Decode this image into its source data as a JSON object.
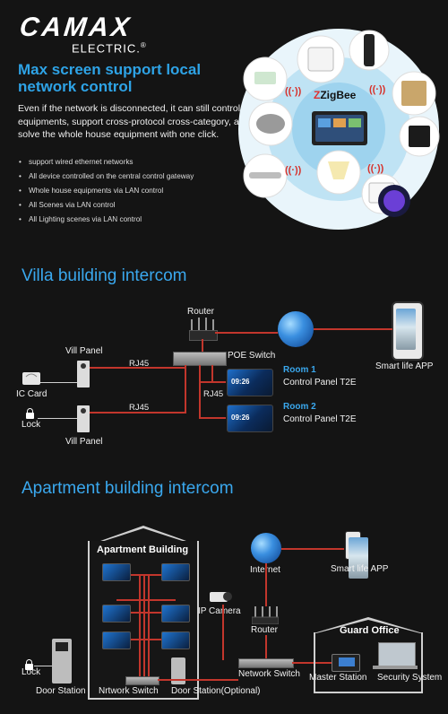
{
  "brand": {
    "name": "CAMAX",
    "sub": "ELECTRIC.",
    "reg": "®"
  },
  "hero": {
    "headline": "Max screen support local network control",
    "intro": "Even if the network is disconnected, it can still control the equipments, support cross-protocol cross-category, and solve the whole house equipment with one click.",
    "bullets": [
      "support wired ethernet networks",
      "All device controlled on the central control gateway",
      "Whole house equipments via LAN control",
      "All Scenes via LAN control",
      "All Lighting scenes via LAN control"
    ],
    "zigbee": "ZigBee",
    "signal_glyph": "((·))"
  },
  "villa": {
    "title": "Villa building intercom",
    "router": "Router",
    "poe_switch": "POE Switch",
    "vill_panel_top": "Vill Panel",
    "vill_panel_bottom": "Vill Panel",
    "rj45_top": "RJ45",
    "rj45_mid": "RJ45",
    "rj45_bottom": "RJ45",
    "ic_card": "IC Card",
    "lock": "Lock",
    "room1_name": "Room 1",
    "room1_device": "Control Panel T2E",
    "room2_name": "Room 2",
    "room2_device": "Control Panel T2E",
    "screen_time": "09:26",
    "app": "Smart life APP"
  },
  "apartment": {
    "title": "Apartment building intercom",
    "building": "Apartment Building",
    "internet": "Internet",
    "app": "Smart life APP",
    "ip_camera": "IP Camera",
    "router": "Router",
    "guard_office": "Guard Office",
    "network_switch": "Network Switch",
    "lock": "Lock",
    "door_station": "Door Station",
    "nrtwork_switch": "Nrtwork Switch",
    "door_station_optional": "Door Station(Optional)",
    "master_station": "Master Station",
    "security_system": "Security System"
  },
  "colors": {
    "accent": "#3aa8ee",
    "wire": "#c2362c",
    "background": "#141414"
  }
}
